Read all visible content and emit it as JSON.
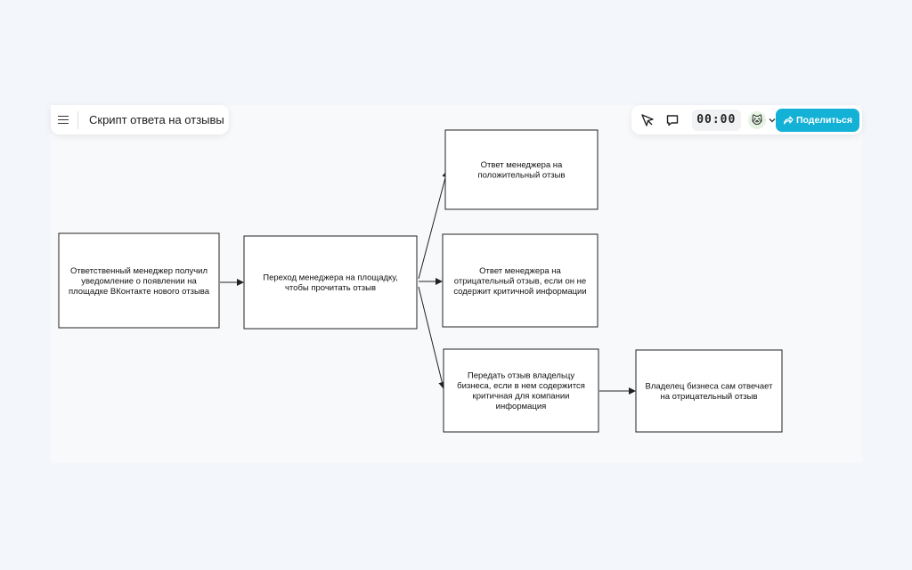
{
  "header": {
    "board_title": "Скрипт ответа на отзывы",
    "timer": "00:00",
    "share_label": "Поделиться",
    "avatar_emoji": "🐱"
  },
  "icons": {
    "menu": "menu-icon",
    "select": "cursor-icon",
    "comment": "comment-icon",
    "share": "share-arrow-icon",
    "chevron": "chevron-down-icon"
  },
  "colors": {
    "accent": "#13b1d6",
    "node_border": "#222222",
    "edge": "#222222"
  },
  "diagram": {
    "nodes": [
      {
        "id": "n1",
        "lines": [
          "Ответственный менеджер получил",
          "уведомление о появлении на",
          "площадке ВКонтакте нового отзыва"
        ]
      },
      {
        "id": "n2",
        "lines": [
          "Переход менеджера на площадку,",
          "чтобы прочитать отзыв"
        ]
      },
      {
        "id": "n3",
        "lines": [
          "Ответ менеджера на",
          "положительный отзыв"
        ]
      },
      {
        "id": "n4",
        "lines": [
          "Ответ менеджера на",
          "отрицательный отзыв, если он не",
          "содержит критичной информации"
        ]
      },
      {
        "id": "n5",
        "lines": [
          "Передать отзыв владельцу",
          "бизнеса, если в нем содержится",
          "критичная для компании",
          "информация"
        ]
      },
      {
        "id": "n6",
        "lines": [
          "Владелец бизнеса сам отвечает",
          "на отрицательный отзыв"
        ]
      }
    ],
    "edges": [
      {
        "from": "n1",
        "to": "n2"
      },
      {
        "from": "n2",
        "to": "n3"
      },
      {
        "from": "n2",
        "to": "n4"
      },
      {
        "from": "n2",
        "to": "n5"
      },
      {
        "from": "n5",
        "to": "n6"
      }
    ]
  }
}
